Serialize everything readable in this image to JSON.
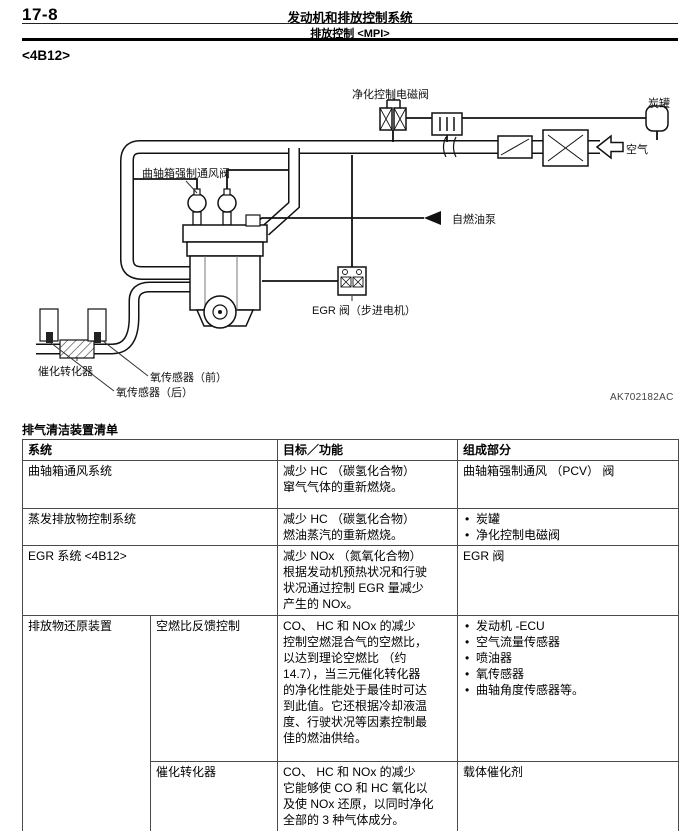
{
  "header": {
    "page_number": "17-8",
    "title": "发动机和排放控制系统",
    "subtitle": "排放控制 <MPI>"
  },
  "section_heading": "<4B12>",
  "diagram": {
    "labels": {
      "purge_solenoid": "净化控制电磁阀",
      "canister": "炭罐",
      "air": "空气",
      "pcv_valve": "曲轴箱强制通风阀",
      "from_fuel_pump": "自燃油泵",
      "egr_valve": "EGR 阀（步进电机）",
      "catalytic_converter": "催化转化器",
      "o2_sensor_front": "氧传感器（前）",
      "o2_sensor_rear": "氧传感器（后）"
    },
    "figure_code": "AK702182AC"
  },
  "table": {
    "caption": "排气清洁装置清单",
    "headers": {
      "system": "系统",
      "function": "目标／功能",
      "components": "组成部分"
    },
    "rows": [
      {
        "system": "曲轴箱通风系统",
        "function": "减少 HC （碳氢化合物）\n窜气气体的重新燃烧。",
        "component": "曲轴箱强制通风 （PCV） 阀"
      },
      {
        "system": "蒸发排放物控制系统",
        "function": "减少 HC （碳氢化合物）\n燃油蒸汽的重新燃烧。",
        "components": [
          "炭罐",
          "净化控制电磁阀"
        ]
      },
      {
        "system": "EGR 系统 <4B12>",
        "function": "减少 NOx （氮氧化合物）\n根据发动机预热状况和行驶\n状况通过控制 EGR 量减少\n产生的 NOx。",
        "component": "EGR 阀"
      },
      {
        "system_group": "排放物还原装置",
        "system": "空燃比反馈控制",
        "function": "CO、 HC 和 NOx 的减少\n控制空燃混合气的空燃比，\n以达到理论空燃比 （约\n14.7），当三元催化转化器\n的净化性能处于最佳时可达\n到此值。它还根据冷却液温\n度、行驶状况等因素控制最\n佳的燃油供给。",
        "components": [
          "发动机 -ECU",
          "空气流量传感器",
          "喷油器",
          "氧传感器",
          "曲轴角度传感器等。"
        ]
      },
      {
        "system": "催化转化器",
        "function": "CO、 HC 和 NOx 的减少\n它能够使 CO 和 HC 氧化以\n及使 NOx 还原，以同时净化\n全部的 3 种气体成分。",
        "component": "载体催化剂"
      }
    ]
  }
}
